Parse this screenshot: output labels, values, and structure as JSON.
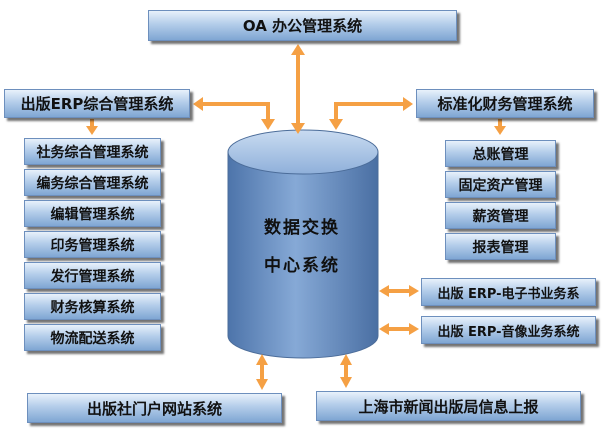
{
  "top": {
    "label": "OA 办公管理系统"
  },
  "left_main": {
    "label": "出版ERP综合管理系统"
  },
  "left_items": [
    {
      "label": "社务综合管理系统"
    },
    {
      "label": "编务综合管理系统"
    },
    {
      "label": "编辑管理系统"
    },
    {
      "label": "印务管理系统"
    },
    {
      "label": "发行管理系统"
    },
    {
      "label": "财务核算系统"
    },
    {
      "label": "物流配送系统"
    }
  ],
  "right_main": {
    "label": "标准化财务管理系统"
  },
  "right_items": [
    {
      "label": "总账管理"
    },
    {
      "label": "固定资产管理"
    },
    {
      "label": "薪资管理"
    },
    {
      "label": "报表管理"
    }
  ],
  "center": {
    "line1": "数据交换",
    "line2": "中心系统"
  },
  "right_lower": [
    {
      "label": "出版 ERP-电子书业务系"
    },
    {
      "label": "出版 ERP-音像业务系统"
    }
  ],
  "bottom_left": {
    "label": "出版社门户网站系统"
  },
  "bottom_right": {
    "label": "上海市新闻出版局信息上报"
  },
  "colors": {
    "arrow": "#f5a044",
    "box_top": "#e8f1fb",
    "box_bottom": "#7fa6d3",
    "cylinder": "#5f86bb"
  }
}
